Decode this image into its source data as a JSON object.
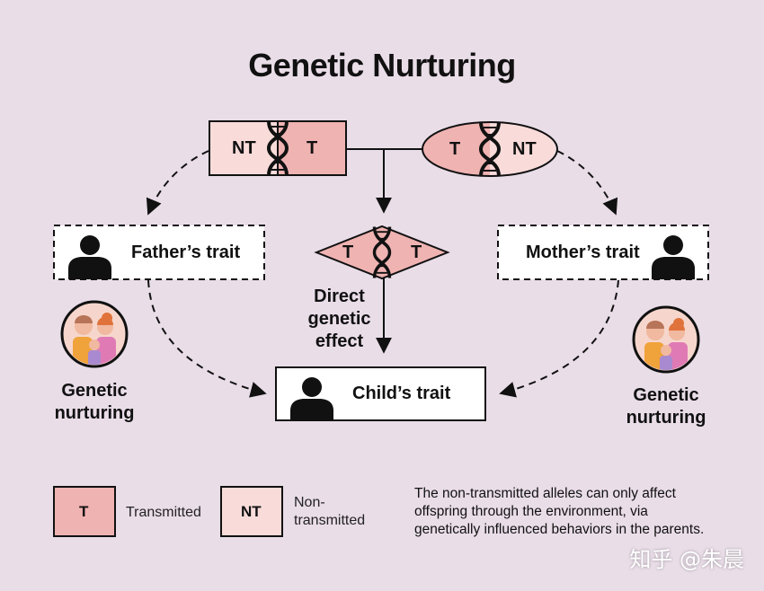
{
  "title": "Genetic Nurturing",
  "father_genotype": {
    "left": "NT",
    "right": "T"
  },
  "mother_genotype": {
    "left": "T",
    "right": "NT"
  },
  "child_genotype": {
    "left": "T",
    "right": "T"
  },
  "father_trait": "Father’s trait",
  "mother_trait": "Mother’s trait",
  "child_trait": "Child’s trait",
  "direct_effect": [
    "Direct",
    "genetic",
    "effect"
  ],
  "nurturing_left": [
    "Genetic",
    "nurturing"
  ],
  "nurturing_right": [
    "Genetic",
    "nurturing"
  ],
  "legend": {
    "t_box": "T",
    "t_label": "Transmitted",
    "nt_box": "NT",
    "nt_label": [
      "Non-",
      "transmitted"
    ]
  },
  "note": [
    "The non-transmitted alleles can only affect",
    "offspring through the environment, via",
    "genetically influenced behaviors in the parents."
  ],
  "watermark": "知乎 @朱晨",
  "colors": {
    "background": "#e9dde8",
    "transmitted": "#efb3b2",
    "non_transmitted": "#f9dcda",
    "line": "#111111"
  }
}
